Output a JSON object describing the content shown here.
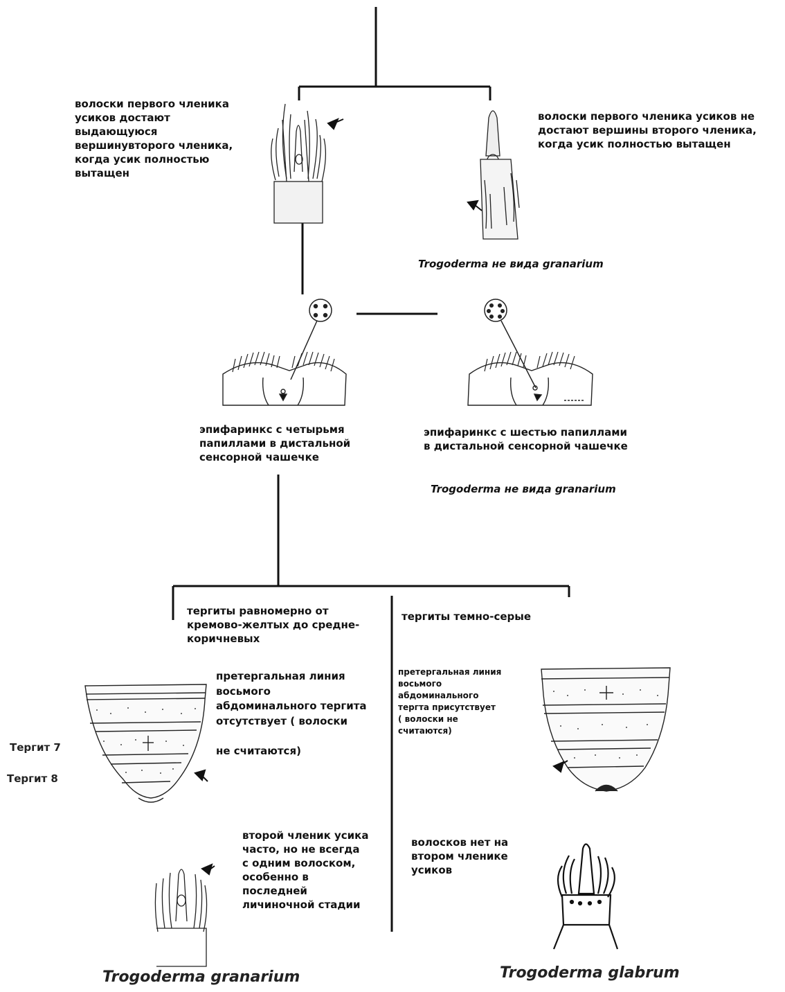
{
  "texts": {
    "hairs_reach": "волоски первого членика\nусиков достают\nвыдающуюся\nвершинувторого членика,\nкогда усик полностью\nвытащен",
    "hairs_not_reach": "волоски первого членика усиков не\nдостают вершины второго членика,\nкогда усик полностью вытащен",
    "not_granarium_1": "Trogoderma не вида granarium",
    "epi_four": "эпифаринкс с четырьмя\nпапиллами в дистальной\nсенсорной чашечке",
    "epi_six": "эпифаринкс с шестью папиллами\nв дистальной сенсорной чашечке",
    "not_granarium_2": "Trogoderma не вида granarium",
    "tergites_uniform": "тергиты равномерно от\nкремово-желтых до средне-\nкоричневых",
    "tergites_dark": "тергиты темно-серые",
    "pretergal_absent": "претергальная линия\nвосьмого\nабдоминального тергита\nотсутствует  ( волоски\n\nне считаются)",
    "pretergal_present": "претергальная линия\nвосьмого\nабдоминального\nтергта присутствует\n ( волоски не\nсчитаются)",
    "tergite7": "Тергит 7",
    "tergite8": "Тергит 8",
    "second_segment_hair": "второй членик усика\nчасто, но не всегда\nс одним волоском,\nособенно в\nпоследней\nличиночной стадии",
    "no_hairs_second": "волосков нет на\nвтором членике\nусиков",
    "species_granarium": "Trogoderma granarium",
    "species_glabrum": "Trogoderma glabrum"
  },
  "icons": [
    "arrow-icon",
    "antenna-illustration",
    "epipharynx-illustration",
    "abdomen-illustration",
    "sensory-cup-icon"
  ]
}
